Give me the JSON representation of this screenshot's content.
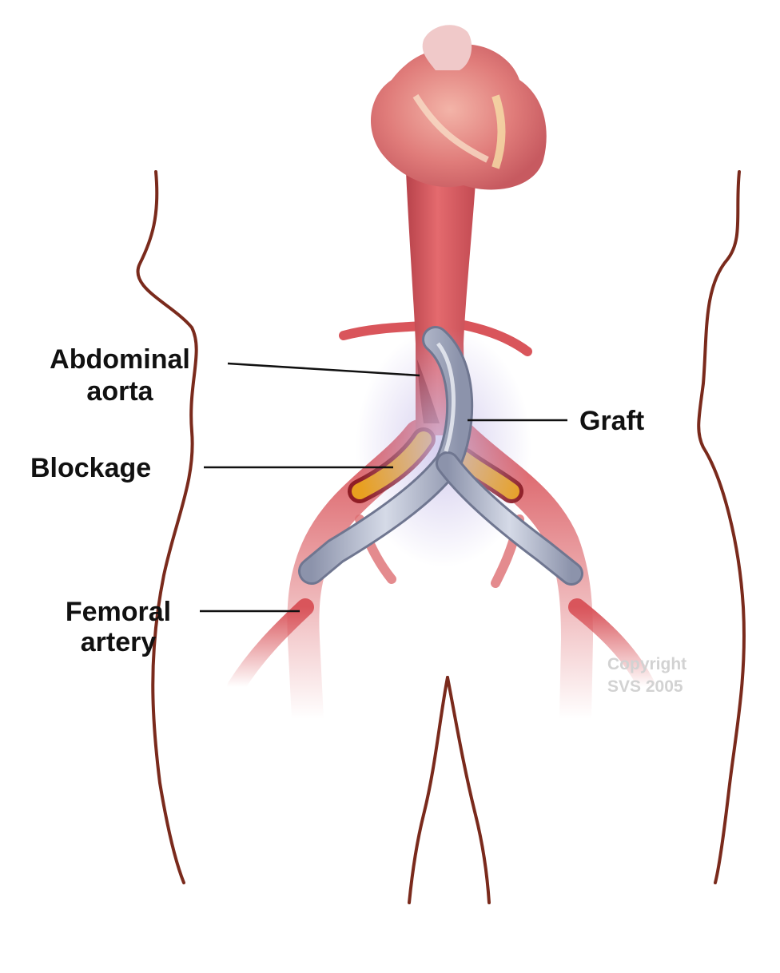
{
  "labels": {
    "abdominal_line1": "Abdominal",
    "abdominal_line2": "aorta",
    "graft": "Graft",
    "blockage": "Blockage",
    "femoral_line1": "Femoral",
    "femoral_line2": "artery"
  },
  "watermark": {
    "line1": "Copyright",
    "line2": "SVS 2005"
  },
  "colors": {
    "artery": "#d9555b",
    "artery_dark": "#b53b42",
    "graft": "#a8b0c6",
    "blockage": "#e8a020",
    "body_outline": "#7a2a1c"
  }
}
